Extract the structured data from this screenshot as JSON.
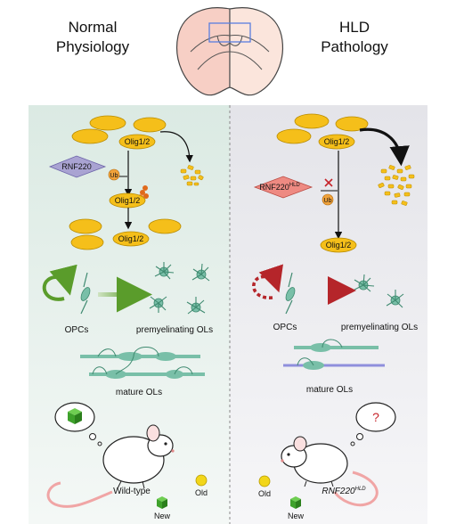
{
  "titles": {
    "left": "Normal\nPhysiology",
    "right": "HLD\nPathology"
  },
  "proteins": {
    "olig": "Olig1/2",
    "rnf_normal": "RNF220",
    "rnf_hld_base": "RNF220",
    "rnf_hld_sup": "HLD",
    "ub": "Ub"
  },
  "labels": {
    "opcs": "OPCs",
    "premyelinating": "premyelinating OLs",
    "mature": "mature OLs",
    "wildtype": "Wild-type",
    "mutant_base": "RNF220",
    "mutant_sup": "HLD",
    "new": "New",
    "old": "Old",
    "question": "?"
  },
  "colors": {
    "left_panel": "#e3efe9",
    "right_panel": "#ebebef",
    "olig_fill": "#f5bf1a",
    "rnf_normal": "#a9a3d2",
    "rnf_hld": "#ee8a82",
    "ub_fill": "#f0a23a",
    "cell_green": "#79bfa8",
    "arrow_green": "#5a9c2b",
    "arrow_red": "#b5252a",
    "cube_green": "#3ea12b",
    "old_yellow": "#f2d61a",
    "brain_left": "#f7cfc5",
    "brain_right": "#fbe5dc"
  }
}
